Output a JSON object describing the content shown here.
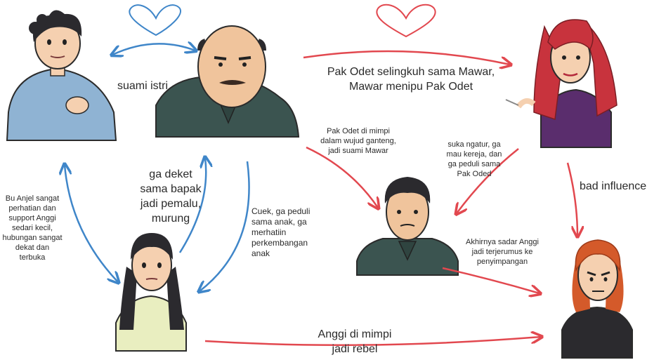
{
  "characters": [
    {
      "id": "bu-anjel",
      "role": "mother"
    },
    {
      "id": "pak-odet",
      "role": "father"
    },
    {
      "id": "mawar",
      "role": "other-woman"
    },
    {
      "id": "pak-odet-dream",
      "role": "handsome-dream-version"
    },
    {
      "id": "anggi",
      "role": "daughter"
    },
    {
      "id": "anggi-rebel",
      "role": "rebel-dream-version"
    }
  ],
  "labels": {
    "suami_istri": "suami istri",
    "selingkuh": "Pak Odet selingkuh sama Mawar,\nMawar menipu Pak Odet",
    "mimpi_ganteng": "Pak Odet di mimpi\ndalam wujud ganteng,\njadi suami Mawar",
    "suka_ngatur": "suka ngatur, ga\nmau kereja, dan\nga peduli sama\nPak Oded",
    "bad_influence": "bad influence",
    "bu_anjel_perhatian": "Bu Anjel sangat\nperhatian dan\nsupport Anggi\nsedari kecil,\nhubungan sangat\ndekat dan\nterbuka",
    "ga_deket": "ga deket\nsama bapak\njadi pemalu,\nmurung",
    "cuek": "Cuek, ga peduli\nsama anak, ga\nmerhatiin\nperkembangan\nanak",
    "akhirnya_sadar": "Akhirnya sadar Anggi\njadi terjerumus ke\npenyimpangan",
    "anggi_rebel": "Anggi di mimpi\njadi rebel"
  },
  "colors": {
    "blue": "#3f86c9",
    "red": "#e2484f",
    "skin": "#f5d0b0",
    "shirt_green": "#3b5450",
    "mother_dress": "#8fb3d3",
    "daughter_top": "#e9eec0",
    "hair_dark": "#2b2a2e",
    "hair_red": "#c8333d",
    "hair_orange": "#d45a2a"
  }
}
